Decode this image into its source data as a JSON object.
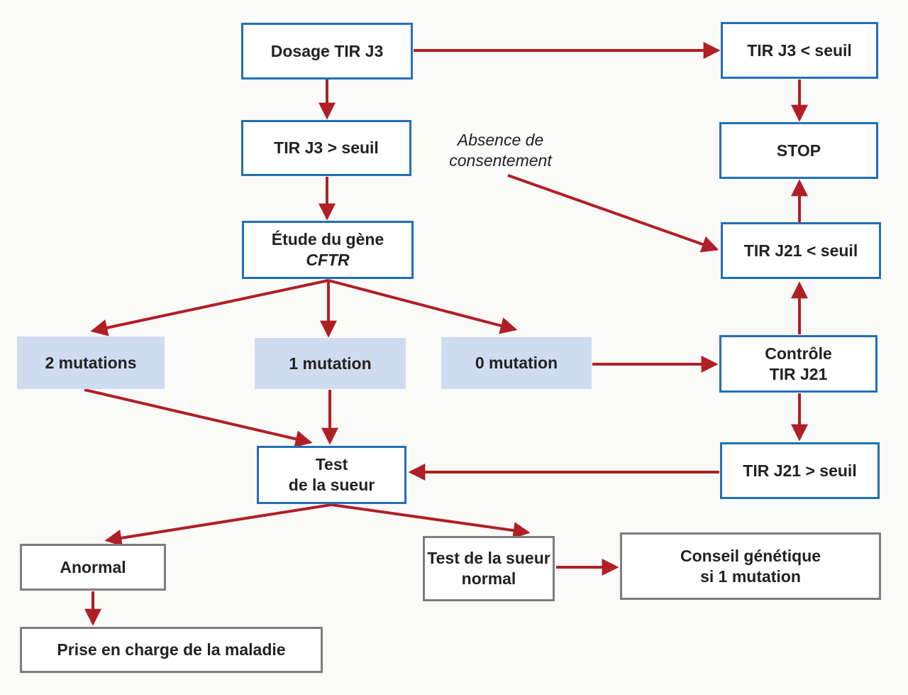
{
  "nodes": {
    "dosage_tir_j3": {
      "label": "Dosage TIR J3"
    },
    "tir_j3_inf_seuil": {
      "label": "TIR J3 < seuil"
    },
    "tir_j3_sup_seuil": {
      "label": "TIR J3 > seuil"
    },
    "stop": {
      "label": "STOP"
    },
    "etude_gene": {
      "line1": "Étude du gène",
      "line2": "CFTR"
    },
    "absence_consentement": {
      "label": "Absence de\nconsentement"
    },
    "tir_j21_inf_seuil": {
      "label": "TIR J21 < seuil"
    },
    "controle_tir_j21": {
      "label": "Contrôle\nTIR J21"
    },
    "tir_j21_sup_seuil": {
      "label": "TIR J21 > seuil"
    },
    "deux_mutations": {
      "label": "2 mutations"
    },
    "une_mutation": {
      "label": "1 mutation"
    },
    "zero_mutation": {
      "label": "0 mutation"
    },
    "test_sueur": {
      "label": "Test\nde la sueur"
    },
    "anormal": {
      "label": "Anormal"
    },
    "prise_en_charge": {
      "label": "Prise en charge de la maladie"
    },
    "test_sueur_normal": {
      "label": "Test de la sueur\nnormal"
    },
    "conseil_genetique": {
      "label": "Conseil génétique\nsi 1 mutation"
    }
  },
  "colors": {
    "blue_box_border": "#2270b6",
    "light_blue_fill": "#cfdcf0",
    "gray_box_border": "#7d7d7d",
    "arrow_red": "#b01f26",
    "text": "#222222",
    "background": "#fafaf8"
  }
}
